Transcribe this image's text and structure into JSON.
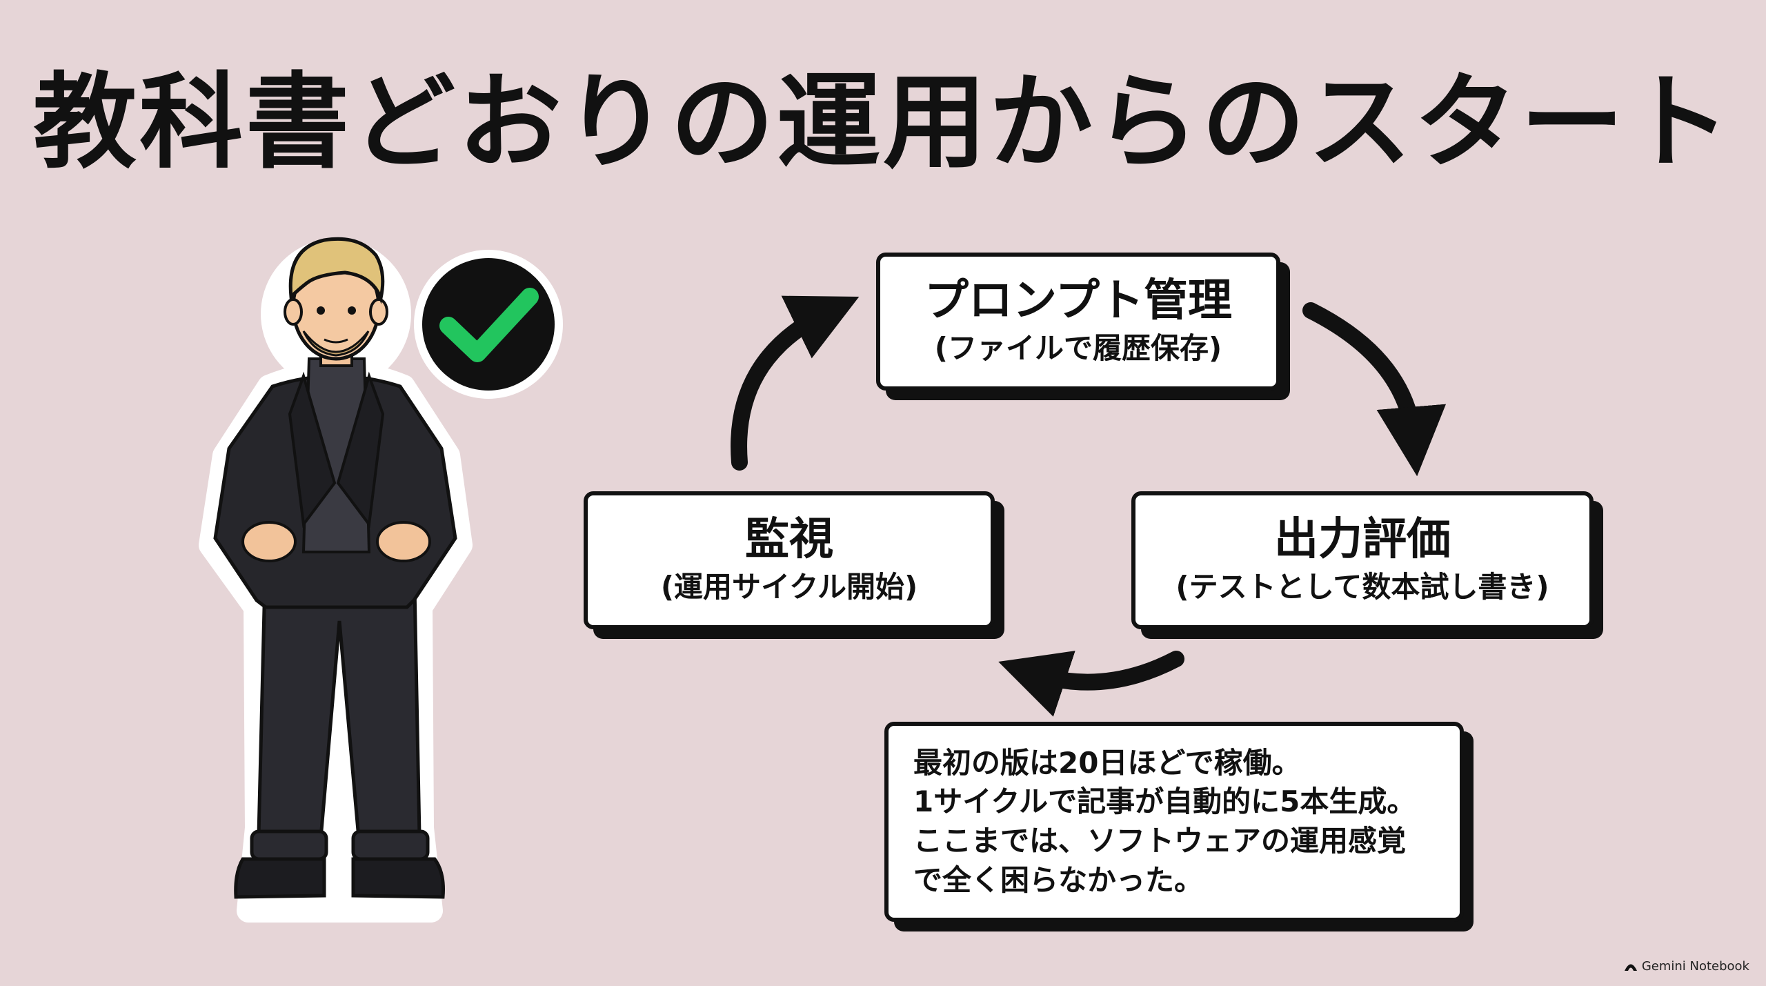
{
  "title": "教科書どおりの運用からのスタート",
  "cycle": {
    "prompt": {
      "title": "プロンプト管理",
      "sub": "(ファイルで履歴保存)"
    },
    "eval": {
      "title": "出力評価",
      "sub": "(テストとして数本試し書き)"
    },
    "monitor": {
      "title": "監視",
      "sub": "(運用サイクル開始)"
    }
  },
  "note": {
    "lines": [
      "最初の版は20日ほどで稼働。",
      "1サイクルで記事が自動的に5本生成。",
      "ここまでは、ソフトウェアの運用感覚",
      "で全く困らなかった。"
    ]
  },
  "footer": {
    "label": "Gemini Notebook"
  },
  "icons": {
    "check": "check-badge-icon",
    "person": "person-illustration",
    "arrow": "curved-arrow-icon",
    "brand": "gemini-logo-icon"
  },
  "colors": {
    "background": "#e6d5d7",
    "check": "#22c55e",
    "outline": "#111111"
  }
}
